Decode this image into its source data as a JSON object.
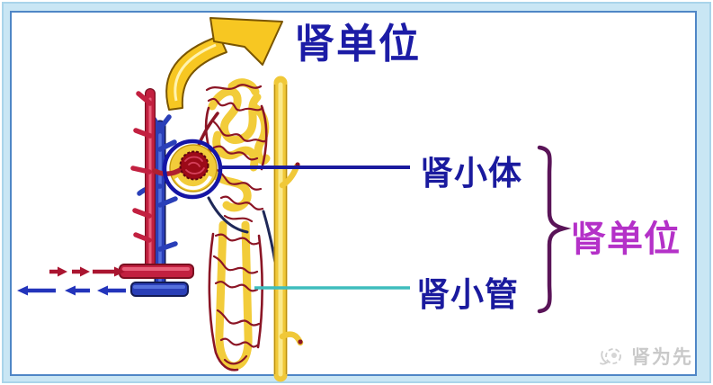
{
  "title": {
    "text": "肾单位"
  },
  "callouts": {
    "renal_corpuscle": {
      "label": "肾小体"
    },
    "renal_tubule": {
      "label": "肾小管"
    },
    "nephron": {
      "label": "肾单位"
    }
  },
  "watermark": {
    "text": "肾为先"
  },
  "colors": {
    "title_navy": "#1c1ca6",
    "label_navy": "#1a1a9e",
    "corpuscle_line": "#1a1a9e",
    "tubule_line": "#3fbdbd",
    "nephron_magenta": "#b431c8",
    "brace_purple": "#5a1458",
    "artery_red": "#c22040",
    "artery_dark": "#7a0e20",
    "artery_light": "#e8607a",
    "vein_blue": "#2a3fb8",
    "vein_dark": "#131b55",
    "vein_light": "#5570dd",
    "tubule_yellow": "#f2cc3a",
    "duct_yellow": "#f0c838",
    "duct_edge": "#bb8f10",
    "duct_highlight": "#fae98c",
    "capillary_red": "#8b1525",
    "glomerulus_red": "#9c0a18",
    "circle_blue": "#1515a5",
    "arrow_gold": "#f7c722",
    "arrow_outline": "#7a5500",
    "frame_light_blue": "#c9e6f4",
    "frame_border_blue": "#4f86c6",
    "watermark_gray": "#c9c9c9"
  }
}
